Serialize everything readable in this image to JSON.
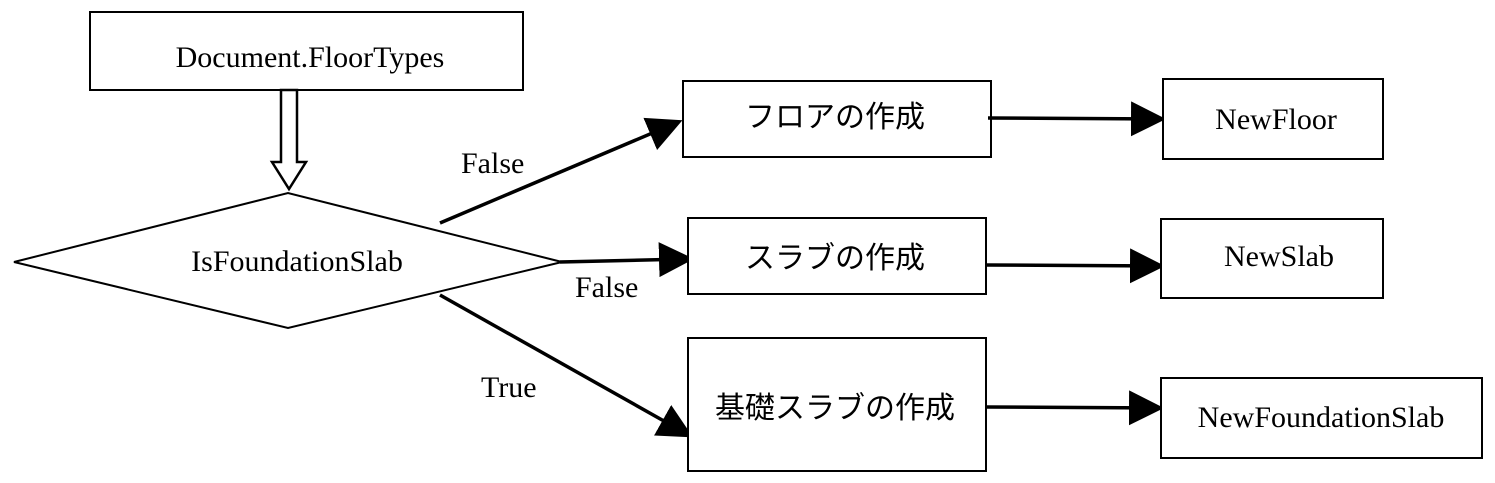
{
  "diagram": {
    "source": {
      "label": "Document.FloorTypes"
    },
    "decision": {
      "label": "IsFoundationSlab"
    },
    "actions": [
      {
        "label": "フロアの作成"
      },
      {
        "label": "スラブの作成"
      },
      {
        "label": "基礎スラブの作成"
      }
    ],
    "results": [
      {
        "label": "NewFloor"
      },
      {
        "label": "NewSlab"
      },
      {
        "label": "NewFoundationSlab"
      }
    ],
    "edge_labels": {
      "to_floor": "False",
      "to_slab": "False",
      "to_foundation": "True"
    }
  }
}
